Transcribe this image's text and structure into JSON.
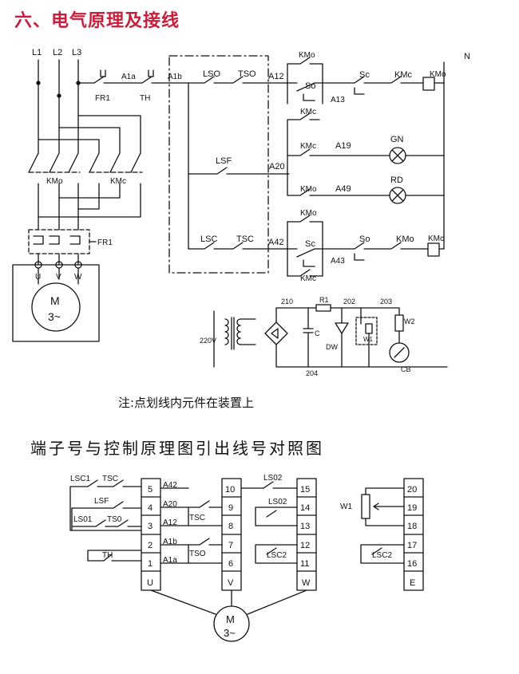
{
  "section_title": "六、电气原理及接线",
  "note": "注:点划线内元件在装置上",
  "terminal_title": "端子号与控制原理图引出线号对照图",
  "main": {
    "phases": [
      "L1",
      "L2",
      "L3"
    ],
    "neutral": "N",
    "fr1_top": "FR1",
    "fr1_mid": "FR1",
    "th": "TH",
    "a1a": "A1a",
    "a1b": "A1b",
    "kmo_main": "KMo",
    "kmc_main": "KMc",
    "motor_m": "M",
    "motor_3": "3~",
    "motor_u": "U",
    "motor_v": "V",
    "motor_w": "W",
    "row1": {
      "lso": "LSO",
      "tso": "TSO",
      "a12": "A12",
      "so": "So",
      "kmo_top": "KMo",
      "a13": "A13",
      "sc": "Sc",
      "kmc": "KMc",
      "coil": "KMo"
    },
    "row2": {
      "kmc_upper": "KMc",
      "kmc": "KMc",
      "a19": "A19",
      "gn": "GN"
    },
    "row_lsf": {
      "lsf": "LSF",
      "a20": "A20"
    },
    "row3": {
      "kmo": "KMo",
      "a49": "A49",
      "rd": "RD",
      "kmo_lower": "KMo"
    },
    "row4": {
      "lsc": "LSC",
      "tsc": "TSC",
      "a42": "A42",
      "sc": "Sc",
      "so": "So",
      "kmo": "KMo",
      "coil": "KMc",
      "a43": "A43",
      "kmc_bottom": "KMc"
    }
  },
  "power": {
    "v220": "220V",
    "n210": "210",
    "r1": "R1",
    "n202": "202",
    "n203": "203",
    "w2": "W2",
    "c": "C",
    "dw": "DW",
    "w1": "W1",
    "cb": "CB",
    "n204": "204"
  },
  "terminals": {
    "left_nums": [
      "5",
      "4",
      "3",
      "2",
      "1",
      "U"
    ],
    "mid_nums": [
      "10",
      "9",
      "8",
      "7",
      "6",
      "V"
    ],
    "right_nums": [
      "15",
      "14",
      "13",
      "12",
      "11",
      "W"
    ],
    "far_nums": [
      "20",
      "19",
      "18",
      "17",
      "16",
      "E"
    ],
    "left_labels": {
      "lsc1": "LSC1",
      "tsc": "TSC",
      "lsf": "LSF",
      "ls01": "LS01",
      "ts0": "TS0",
      "th": "TH",
      "a42": "A42",
      "a20": "A20",
      "a12": "A12",
      "a1b": "A1b",
      "a1a": "A1a"
    },
    "mid_labels": {
      "tsc": "TSC",
      "tso": "TSO"
    },
    "right_labels": {
      "ls02a": "LS02",
      "ls02b": "LS02",
      "lsc2": "LSC2"
    },
    "far_labels": {
      "w1": "W1",
      "lsc2": "LSC2"
    },
    "motor_m": "M",
    "motor_3": "3~"
  }
}
